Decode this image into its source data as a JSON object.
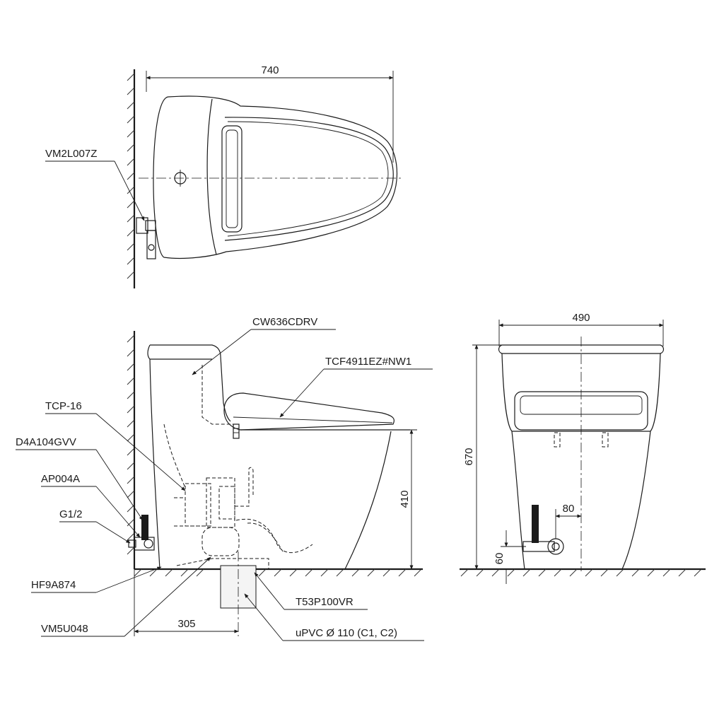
{
  "dimensions": {
    "top_width": "740",
    "side_depth": "305",
    "side_seat_height": "410",
    "front_width": "490",
    "front_height": "670",
    "front_offset": "80",
    "front_inlet_height": "60"
  },
  "parts": {
    "vm2l007z": "VM2L007Z",
    "cw636cdrv": "CW636CDRV",
    "tcf4911ez": "TCF4911EZ#NW1",
    "tcp16": "TCP-16",
    "d4a104gvv": "D4A104GVV",
    "ap004a": "AP004A",
    "g12": "G1/2",
    "hf9a874": "HF9A874",
    "vm5u048": "VM5U048",
    "t53p100vr": "T53P100VR",
    "upvc": "uPVC Ø 110 (C1, C2)"
  }
}
